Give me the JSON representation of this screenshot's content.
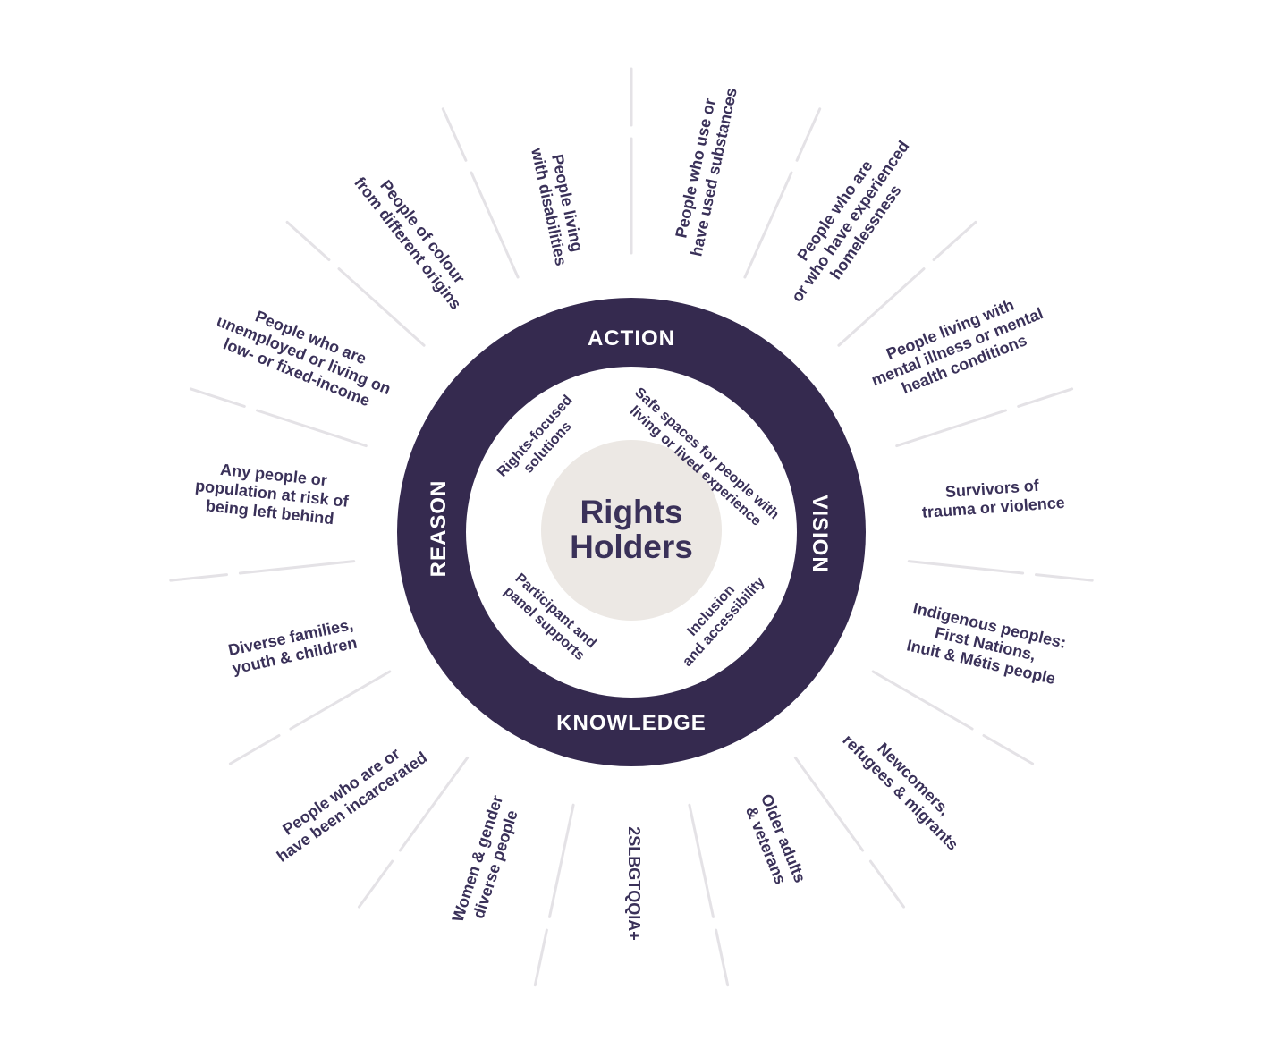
{
  "colors": {
    "ring": "#352a4f",
    "text": "#3a3159",
    "center_fill": "#ece8e4",
    "ray": "#e4e2e6",
    "inner_fill": "#ffffff",
    "ring_text": "#ffffff"
  },
  "center": {
    "lines": [
      "Rights",
      "Holders"
    ]
  },
  "ring_labels": [
    {
      "id": "action",
      "text": "ACTION"
    },
    {
      "id": "vision",
      "text": "VISION"
    },
    {
      "id": "knowledge",
      "text": "KNOWLEDGE"
    },
    {
      "id": "reason",
      "text": "REASON"
    }
  ],
  "inner_labels": [
    {
      "id": "rights-focused",
      "lines": [
        "Rights-focused",
        "solutions"
      ]
    },
    {
      "id": "safe-spaces",
      "lines": [
        "Safe spaces for people with",
        "living or lived experience"
      ]
    },
    {
      "id": "inclusion",
      "lines": [
        "Inclusion",
        "and accessibility"
      ]
    },
    {
      "id": "participant",
      "lines": [
        "Participant and",
        "panel supports"
      ]
    }
  ],
  "rights_holders": [
    {
      "id": "substances",
      "lines": [
        "People who use or",
        "have used substances"
      ]
    },
    {
      "id": "homelessness",
      "lines": [
        "People who are",
        "or who have experienced",
        "homelessness"
      ]
    },
    {
      "id": "mental-illness",
      "lines": [
        "People living with",
        "mental illness or mental",
        "health conditions"
      ]
    },
    {
      "id": "trauma",
      "lines": [
        "Survivors of",
        "trauma or violence"
      ]
    },
    {
      "id": "indigenous",
      "lines": [
        "Indigenous peoples:",
        "First Nations,",
        "Inuit & Métis people"
      ]
    },
    {
      "id": "newcomers",
      "lines": [
        "Newcomers,",
        "refugees & migrants"
      ]
    },
    {
      "id": "older-adults",
      "lines": [
        "Older adults",
        "& veterans"
      ]
    },
    {
      "id": "2slgbtqqia",
      "lines": [
        "2SLBGTQQIA+"
      ]
    },
    {
      "id": "women",
      "lines": [
        "Women & gender",
        "diverse people"
      ]
    },
    {
      "id": "incarcerated",
      "lines": [
        "People who are or",
        "have been incarcerated"
      ]
    },
    {
      "id": "families",
      "lines": [
        "Diverse families,",
        "youth & children"
      ]
    },
    {
      "id": "left-behind",
      "lines": [
        "Any people or",
        "population at risk of",
        "being left behind"
      ]
    },
    {
      "id": "low-income",
      "lines": [
        "People who are",
        "unemployed or living on",
        "low- or fixed-income"
      ]
    },
    {
      "id": "colour",
      "lines": [
        "People of colour",
        "from different origins"
      ]
    },
    {
      "id": "disabilities",
      "lines": [
        "People living",
        "with disabilities"
      ]
    }
  ]
}
